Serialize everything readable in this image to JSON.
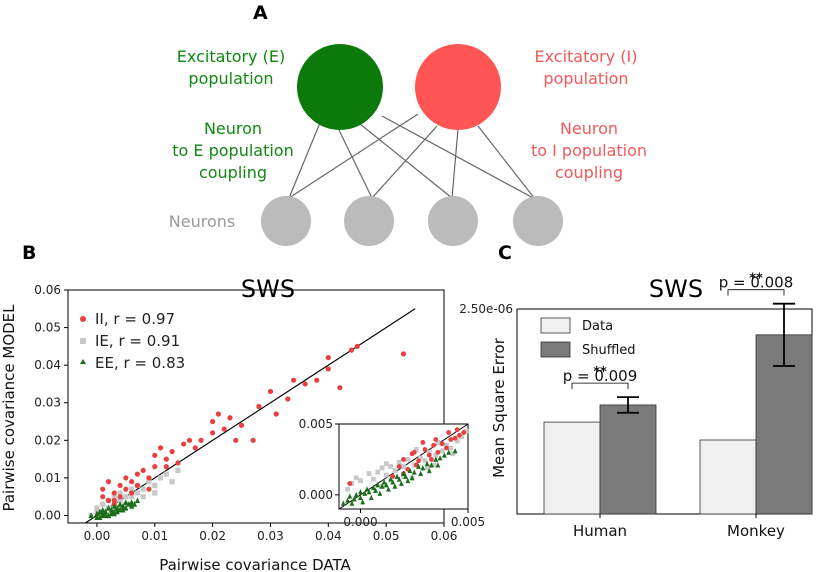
{
  "panelA": {
    "letter": "A",
    "e_population": [
      "Excitatory (E)",
      "population"
    ],
    "i_population": [
      "Excitatory (I)",
      "population"
    ],
    "e_coupling": [
      "Neuron",
      "to E population",
      "coupling"
    ],
    "i_coupling": [
      "Neuron",
      "to I population",
      "coupling"
    ],
    "neurons_label": "Neurons",
    "colors": {
      "e": "#0b7a0b",
      "i": "#ff5555",
      "neuron": "#bbbbbb",
      "edge": "#666666"
    }
  },
  "panelB": {
    "letter": "B",
    "colors": {
      "II": "#e84040",
      "IE": "#c8c8c8",
      "EE": "#1a6e1a"
    }
  },
  "panelC": {
    "letter": "C",
    "colors": {
      "Data": "#f0f0f0",
      "Shuffled": "#7a7a7a"
    }
  },
  "chart_data": [
    {
      "type": "scatter",
      "title": "SWS",
      "xlabel": "Pairwise covariance DATA",
      "ylabel": "Pairwise covariance MODEL",
      "xlim": [
        -0.005,
        0.06
      ],
      "ylim": [
        -0.002,
        0.06
      ],
      "xticks": [
        "0.00",
        "0.01",
        "0.02",
        "0.03",
        "0.04",
        "0.05",
        "0.06"
      ],
      "yticks": [
        "0.00",
        "0.01",
        "0.02",
        "0.03",
        "0.04",
        "0.05",
        "0.06"
      ],
      "legend_position": "top-left",
      "identity_line": true,
      "series": [
        {
          "name": "II, r = 0.97",
          "marker": "circle",
          "points": [
            [
              0.001,
              0.005
            ],
            [
              0.001,
              0.007
            ],
            [
              0.002,
              0.004
            ],
            [
              0.002,
              0.009
            ],
            [
              0.003,
              0.006
            ],
            [
              0.003,
              0.003
            ],
            [
              0.004,
              0.008
            ],
            [
              0.004,
              0.005
            ],
            [
              0.005,
              0.007
            ],
            [
              0.005,
              0.01
            ],
            [
              0.006,
              0.006
            ],
            [
              0.006,
              0.009
            ],
            [
              0.007,
              0.008
            ],
            [
              0.008,
              0.012
            ],
            [
              0.009,
              0.007
            ],
            [
              0.009,
              0.01
            ],
            [
              0.01,
              0.013
            ],
            [
              0.01,
              0.016
            ],
            [
              0.011,
              0.018
            ],
            [
              0.012,
              0.015
            ],
            [
              0.012,
              0.013
            ],
            [
              0.013,
              0.017
            ],
            [
              0.014,
              0.014
            ],
            [
              0.015,
              0.019
            ],
            [
              0.016,
              0.02
            ],
            [
              0.017,
              0.018
            ],
            [
              0.02,
              0.022
            ],
            [
              0.02,
              0.025
            ],
            [
              0.021,
              0.027
            ],
            [
              0.022,
              0.023
            ],
            [
              0.023,
              0.026
            ],
            [
              0.024,
              0.02
            ],
            [
              0.025,
              0.024
            ],
            [
              0.027,
              0.02
            ],
            [
              0.028,
              0.029
            ],
            [
              0.03,
              0.033
            ],
            [
              0.031,
              0.027
            ],
            [
              0.033,
              0.031
            ],
            [
              0.034,
              0.036
            ],
            [
              0.036,
              0.035
            ],
            [
              0.038,
              0.036
            ],
            [
              0.04,
              0.039
            ],
            [
              0.04,
              0.042
            ],
            [
              0.042,
              0.034
            ],
            [
              0.044,
              0.044
            ],
            [
              0.045,
              0.045
            ],
            [
              0.053,
              0.043
            ],
            [
              0.003,
              0.004
            ],
            [
              0.007,
              0.011
            ],
            [
              0.018,
              0.02
            ]
          ]
        },
        {
          "name": "IE, r = 0.91",
          "marker": "square",
          "points": [
            [
              -0.001,
              0.0
            ],
            [
              0.0,
              0.001
            ],
            [
              0.0,
              0.002
            ],
            [
              0.001,
              0.001
            ],
            [
              0.001,
              0.003
            ],
            [
              0.002,
              0.002
            ],
            [
              0.002,
              0.004
            ],
            [
              0.003,
              0.003
            ],
            [
              0.003,
              0.005
            ],
            [
              0.004,
              0.004
            ],
            [
              0.004,
              0.006
            ],
            [
              0.005,
              0.005
            ],
            [
              0.005,
              0.003
            ],
            [
              0.006,
              0.007
            ],
            [
              0.006,
              0.005
            ],
            [
              0.007,
              0.006
            ],
            [
              0.007,
              0.008
            ],
            [
              0.008,
              0.007
            ],
            [
              0.009,
              0.009
            ],
            [
              0.01,
              0.008
            ],
            [
              0.011,
              0.01
            ],
            [
              0.012,
              0.011
            ],
            [
              0.013,
              0.009
            ],
            [
              0.014,
              0.012
            ],
            [
              0.002,
              0.0
            ],
            [
              0.004,
              0.002
            ],
            [
              0.008,
              0.005
            ],
            [
              0.01,
              0.006
            ],
            [
              0.003,
              0.001
            ],
            [
              0.006,
              0.003
            ]
          ]
        },
        {
          "name": "EE, r = 0.83",
          "marker": "triangle",
          "points": [
            [
              -0.001,
              0.0
            ],
            [
              0.0,
              -0.0005
            ],
            [
              0.0,
              0.0005
            ],
            [
              0.0005,
              0.001
            ],
            [
              0.001,
              0.0
            ],
            [
              0.001,
              0.0015
            ],
            [
              0.0015,
              0.001
            ],
            [
              0.002,
              0.0
            ],
            [
              0.002,
              0.002
            ],
            [
              0.0025,
              0.0015
            ],
            [
              0.003,
              0.001
            ],
            [
              0.003,
              0.0025
            ],
            [
              0.0035,
              0.002
            ],
            [
              0.004,
              0.0015
            ],
            [
              0.004,
              0.003
            ],
            [
              0.0045,
              0.0025
            ],
            [
              0.005,
              0.002
            ],
            [
              0.005,
              0.0035
            ],
            [
              0.0055,
              0.003
            ],
            [
              0.006,
              0.0025
            ],
            [
              0.006,
              0.0035
            ],
            [
              0.007,
              0.004
            ],
            [
              0.0015,
              0.0
            ],
            [
              0.0005,
              -0.0005
            ],
            [
              0.0025,
              0.0005
            ],
            [
              0.0035,
              0.001
            ],
            [
              0.0045,
              0.0015
            ],
            [
              0.001,
              0.0005
            ],
            [
              0.0065,
              0.003
            ],
            [
              0.003,
              0.0005
            ]
          ]
        }
      ],
      "inset": {
        "xlim": [
          -0.001,
          0.005
        ],
        "ylim": [
          -0.001,
          0.005
        ],
        "xticks": [
          "0.000",
          "0.005"
        ],
        "yticks": [
          "0.000",
          "0.005"
        ],
        "points": {
          "II": [
            [
              0.0018,
              0.002
            ],
            [
              0.002,
              0.0025
            ],
            [
              0.0022,
              0.0018
            ],
            [
              0.0025,
              0.003
            ],
            [
              0.0027,
              0.0024
            ],
            [
              0.003,
              0.0032
            ],
            [
              0.0032,
              0.0028
            ],
            [
              0.0034,
              0.0035
            ],
            [
              0.0036,
              0.003
            ],
            [
              0.0038,
              0.0036
            ],
            [
              0.004,
              0.0033
            ],
            [
              0.0042,
              0.0039
            ],
            [
              0.0044,
              0.004
            ],
            [
              0.0046,
              0.0042
            ],
            [
              0.0048,
              0.0044
            ],
            [
              0.0029,
              0.0037
            ],
            [
              0.0024,
              0.0029
            ],
            [
              0.0041,
              0.0044
            ],
            [
              0.0035,
              0.0039
            ],
            [
              0.002,
              0.0015
            ],
            [
              0.0015,
              0.0013
            ],
            [
              -0.0005,
              0.0008
            ],
            [
              0.0045,
              0.0046
            ],
            [
              0.0033,
              0.0025
            ],
            [
              0.0026,
              0.0021
            ]
          ],
          "IE": [
            [
              -0.0006,
              0.0004
            ],
            [
              -0.0004,
              0.0008
            ],
            [
              -0.0002,
              0.0012
            ],
            [
              0.0,
              0.001
            ],
            [
              0.0004,
              0.0015
            ],
            [
              0.0006,
              0.0011
            ],
            [
              0.0008,
              0.0016
            ],
            [
              0.001,
              0.0019
            ],
            [
              0.0012,
              0.0014
            ],
            [
              0.0014,
              0.002
            ],
            [
              0.0016,
              0.0017
            ],
            [
              0.0018,
              0.0023
            ],
            [
              0.002,
              0.002
            ],
            [
              0.0022,
              0.0025
            ],
            [
              0.0025,
              0.0021
            ],
            [
              0.0028,
              0.0026
            ],
            [
              0.003,
              0.0024
            ],
            [
              0.0032,
              0.003
            ],
            [
              0.0035,
              0.0028
            ],
            [
              0.0038,
              0.0031
            ],
            [
              0.004,
              0.0035
            ],
            [
              0.0042,
              0.0033
            ],
            [
              0.0045,
              0.0038
            ],
            [
              0.0047,
              0.0041
            ],
            [
              0.0049,
              0.0045
            ],
            [
              0.0012,
              0.0022
            ],
            [
              0.0026,
              0.0032
            ],
            [
              0.0036,
              0.0037
            ],
            [
              0.001,
              0.0006
            ],
            [
              0.002,
              0.0013
            ],
            [
              0.0031,
              0.0019
            ],
            [
              0.0043,
              0.0029
            ],
            [
              0.0024,
              0.0012
            ],
            [
              0.0034,
              0.0021
            ]
          ],
          "EE": [
            [
              -0.0008,
              -0.0006
            ],
            [
              -0.0006,
              -0.0004
            ],
            [
              -0.0005,
              -0.0001
            ],
            [
              -0.0003,
              -0.0003
            ],
            [
              -0.0002,
              0.0
            ],
            [
              0.0,
              -0.0002
            ],
            [
              0.0,
              0.0002
            ],
            [
              0.0002,
              0.0001
            ],
            [
              0.0003,
              0.0004
            ],
            [
              0.0004,
              0.0002
            ],
            [
              0.0006,
              0.0005
            ],
            [
              0.0007,
              0.0003
            ],
            [
              0.0008,
              0.0007
            ],
            [
              0.001,
              0.0006
            ],
            [
              0.0011,
              0.0009
            ],
            [
              0.0012,
              0.0007
            ],
            [
              0.0014,
              0.0011
            ],
            [
              0.0015,
              0.0009
            ],
            [
              0.0017,
              0.0013
            ],
            [
              0.0018,
              0.0011
            ],
            [
              0.002,
              0.0015
            ],
            [
              0.0021,
              0.0013
            ],
            [
              0.0023,
              0.0017
            ],
            [
              0.0025,
              0.0016
            ],
            [
              0.0027,
              0.002
            ],
            [
              0.0029,
              0.0019
            ],
            [
              0.0031,
              0.0022
            ],
            [
              0.0033,
              0.0021
            ],
            [
              0.0035,
              0.0025
            ],
            [
              0.0037,
              0.0026
            ],
            [
              0.0039,
              0.0028
            ],
            [
              0.0041,
              0.003
            ],
            [
              0.0044,
              0.0031
            ],
            [
              0.0005,
              -0.0002
            ],
            [
              0.0009,
              0.0001
            ],
            [
              0.0013,
              0.0004
            ],
            [
              0.0016,
              0.0006
            ],
            [
              0.0019,
              0.0008
            ],
            [
              0.0024,
              0.0012
            ],
            [
              0.0028,
              0.0015
            ],
            [
              0.0032,
              0.0017
            ],
            [
              0.0036,
              0.0021
            ],
            [
              -0.0004,
              -0.0006
            ],
            [
              0.0001,
              -0.0005
            ],
            [
              0.0022,
              0.001
            ]
          ]
        }
      }
    },
    {
      "type": "bar",
      "title": "SWS",
      "ylabel": "Mean Square Error",
      "categories": [
        "Human",
        "Monkey"
      ],
      "ylim": [
        0,
        2.5e-06
      ],
      "yticks": [
        "2.50e-06"
      ],
      "legend_position": "top-left",
      "series": [
        {
          "name": "Data",
          "values": [
            1.18e-06,
            9.5e-07
          ]
        },
        {
          "name": "Shuffled",
          "values": [
            1.4e-06,
            2.3e-06
          ],
          "errors": [
            1e-07,
            4e-07
          ]
        }
      ],
      "annotations": [
        {
          "category": "Human",
          "stars": "**",
          "text": "p = 0.009"
        },
        {
          "category": "Monkey",
          "stars": "**",
          "text": "p = 0.008"
        }
      ]
    }
  ]
}
